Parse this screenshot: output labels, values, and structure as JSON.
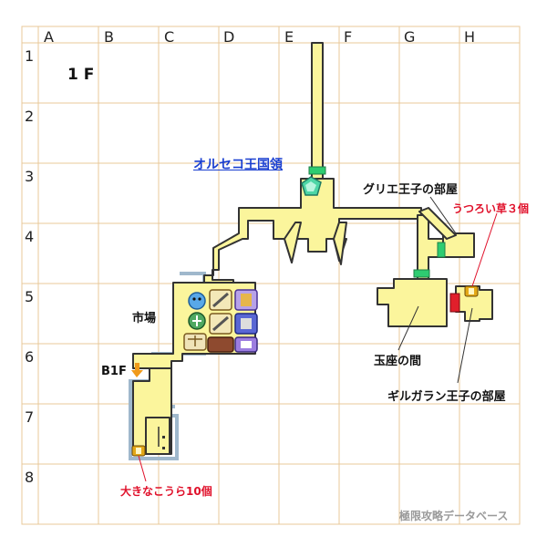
{
  "grid": {
    "columns": [
      "A",
      "B",
      "C",
      "D",
      "E",
      "F",
      "G",
      "H"
    ],
    "rows": [
      "1",
      "2",
      "3",
      "4",
      "5",
      "6",
      "7",
      "8"
    ]
  },
  "floor_label": "1 F",
  "region_link": "オルセコ王国領",
  "rooms": {
    "grie_room": "グリエ王子の部屋",
    "market": "市場",
    "throne_room": "玉座の間",
    "girgaran_room": "ギルガラン王子の部屋"
  },
  "stairs_label": "B1F",
  "items": {
    "utsuroi_grass": "うつろい草３個",
    "big_gourds": "大きなこうら10個"
  },
  "watermark": "極限攻略データベース",
  "colors": {
    "grid": "#e8c89a",
    "floor": "#fbf59c",
    "wall": "#333333",
    "outer_wall": "#9fb8cc",
    "door_green": "#2ecc71",
    "door_red": "#e01f2b",
    "item_red": "#e0102a",
    "link_blue": "#1a3fd0",
    "stairs_arrow": "#f09a1a"
  }
}
